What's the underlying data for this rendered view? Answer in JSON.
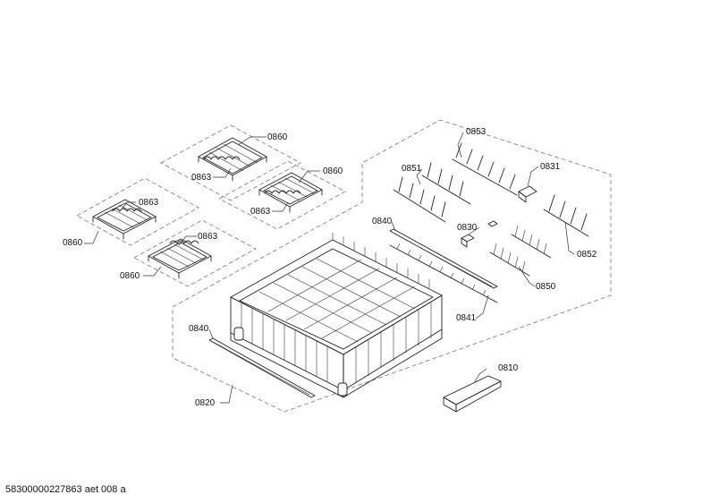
{
  "labels": {
    "p0860_a": "0860",
    "p0863_a": "0863",
    "p0860_b": "0860",
    "p0863_b": "0863",
    "p0863_c": "0863",
    "p0860_c": "0860",
    "p0863_d": "0863",
    "p0860_d": "0860",
    "p0853": "0853",
    "p0851": "0851",
    "p0831": "0831",
    "p0840_a": "0840",
    "p0830": "0830",
    "p0852": "0852",
    "p0850": "0850",
    "p0841": "0841",
    "p0840_b": "0840",
    "p0810": "0810",
    "p0820": "0820"
  },
  "footer": {
    "document_id": "58300000227863 aet 008 a"
  }
}
